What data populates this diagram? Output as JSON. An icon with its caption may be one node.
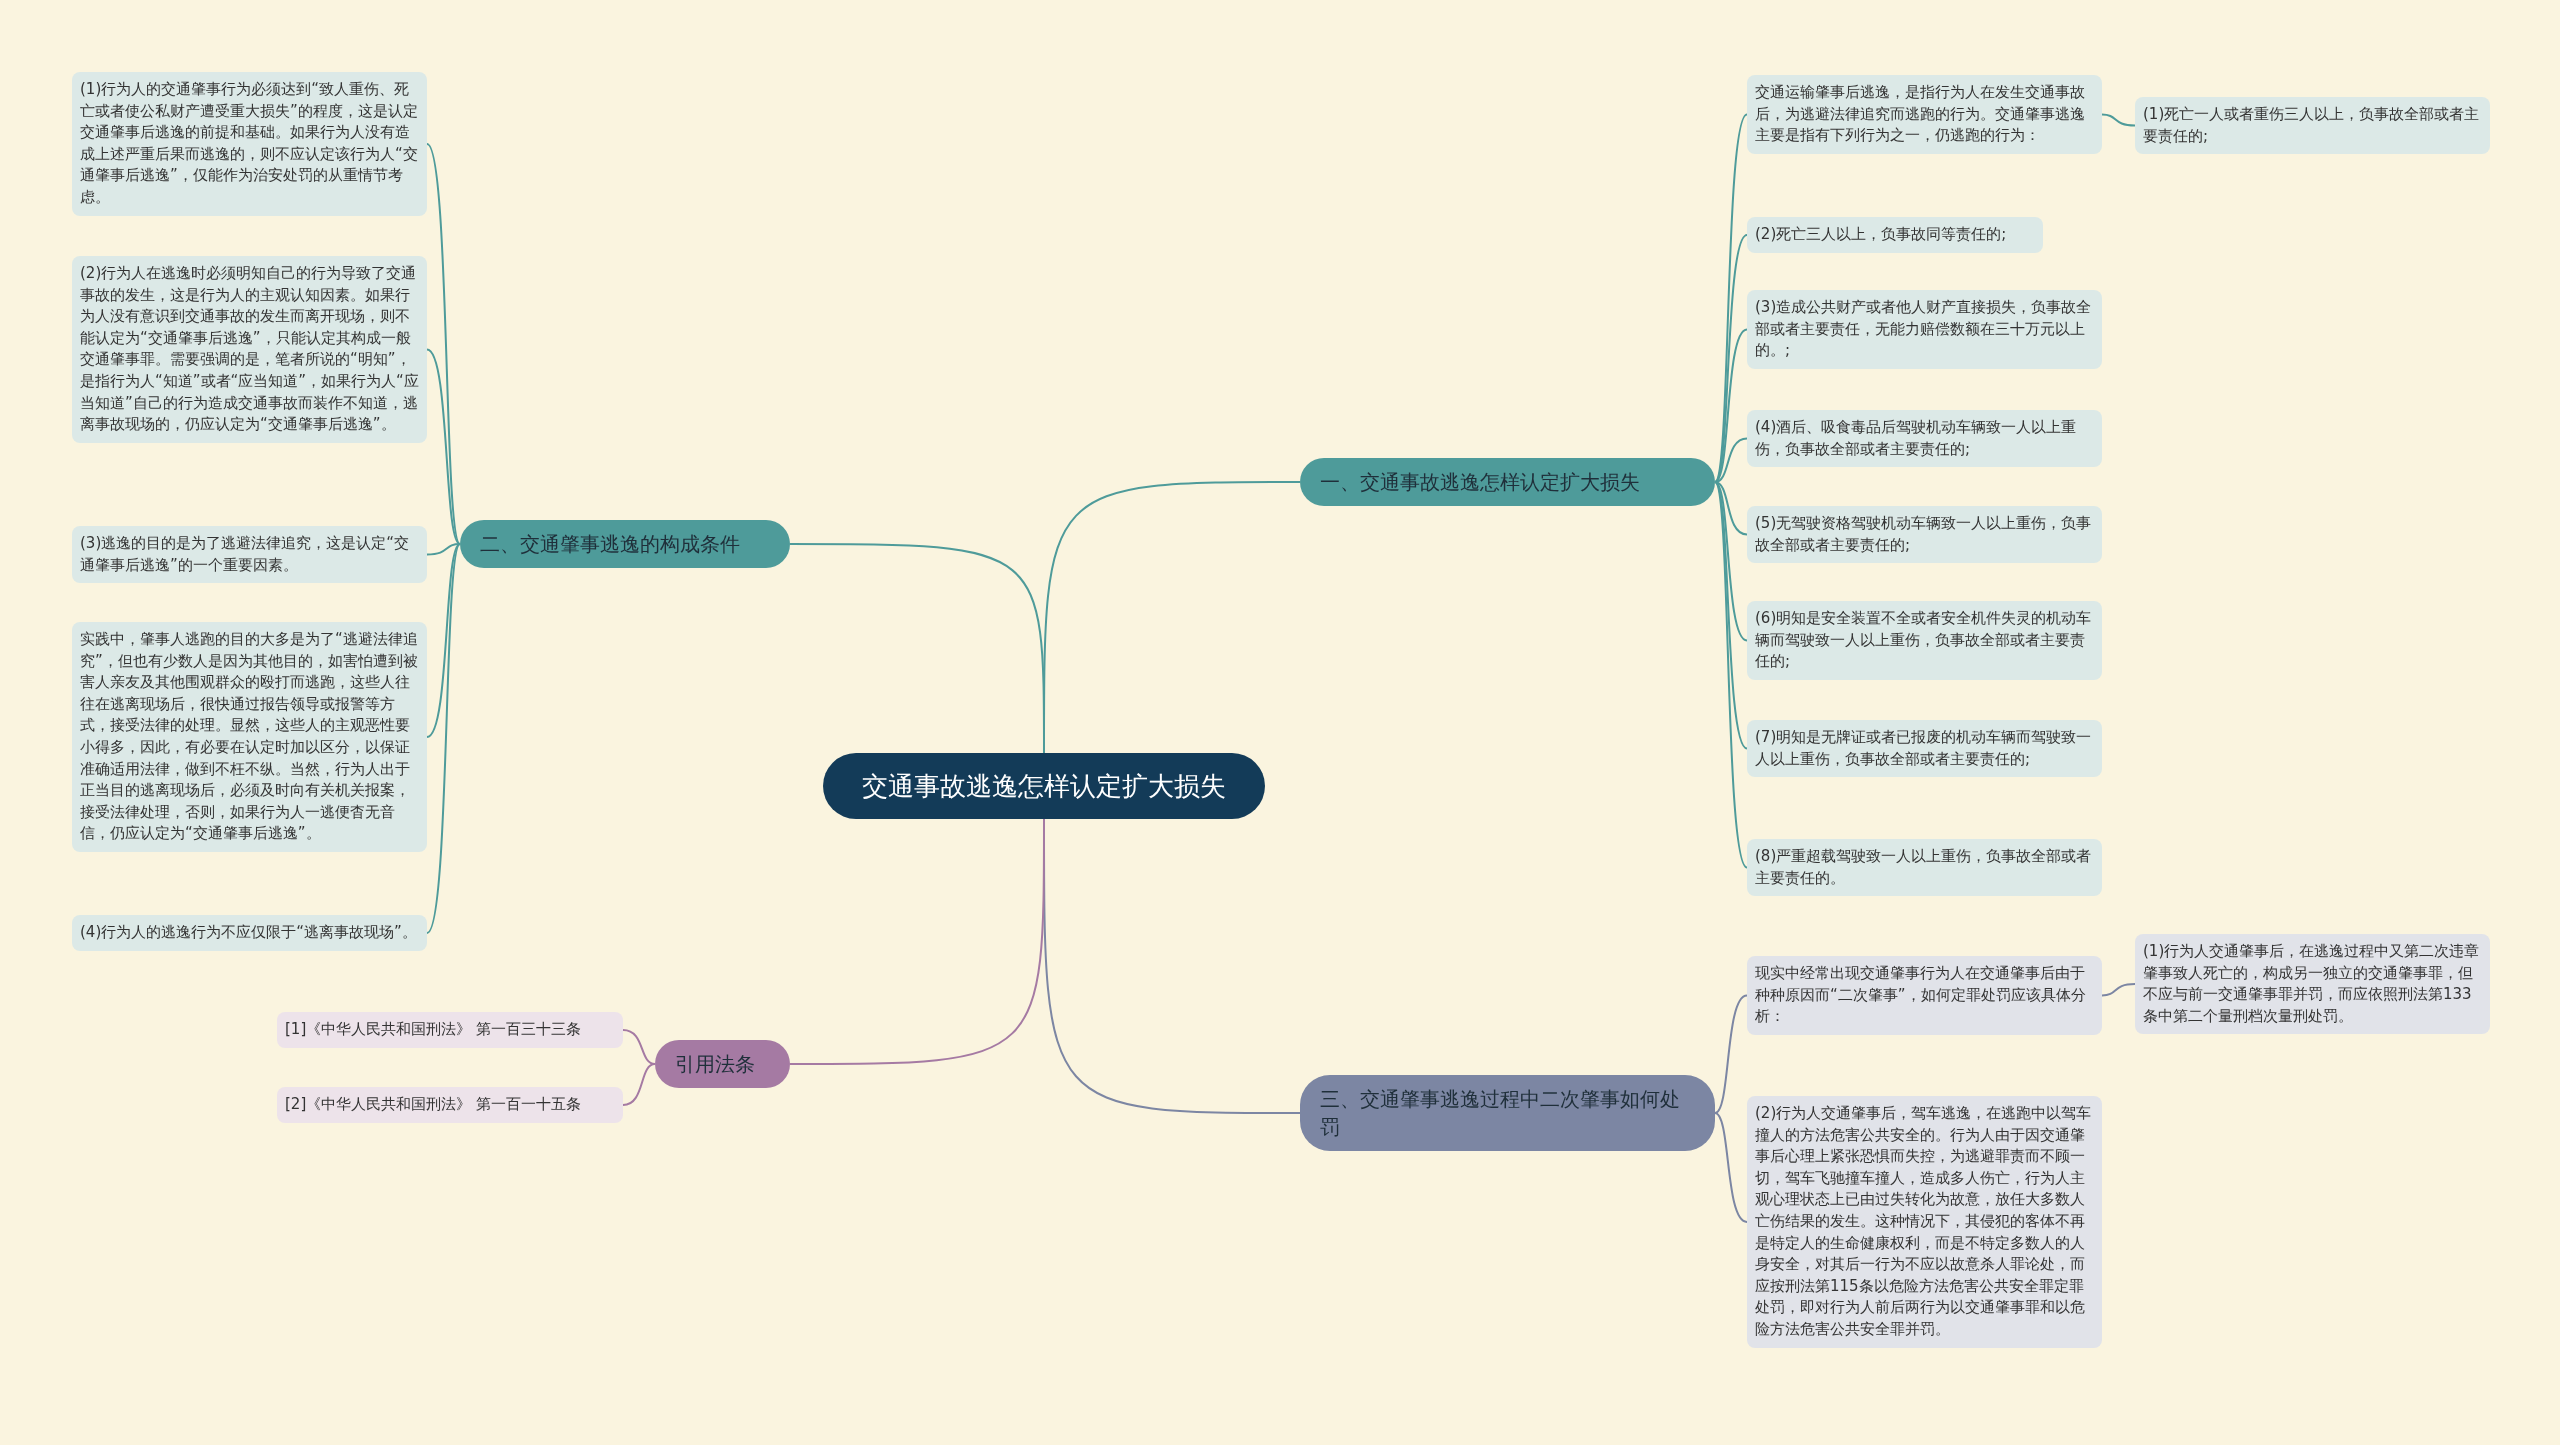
{
  "diagram": {
    "nodes": [
      {
        "text": [
          "交通事故逃逸怎样认定扩大损失"
        ]
      },
      {
        "text": [
          "一、交通事故逃逸怎样认定扩大损失"
        ]
      },
      {
        "text": [
          "交通运输肇事后逃逸，是指行为人在发生交通事故后，为逃避法律追究而逃跑的行为。交通肇事逃逸主要是指有下列行为之一，仍逃跑的行为："
        ]
      },
      {
        "text": [
          "(1)死亡一人或者重伤三人以上，负事故全部或者主要责任的;"
        ]
      },
      {
        "text": [
          "(2)死亡三人以上，负事故同等责任的;"
        ]
      },
      {
        "text": [
          "(3)造成公共财产或者他人财产直接损失，负事故全部或者主要责任，无能力赔偿数额在三十万元以上的。;"
        ]
      },
      {
        "text": [
          "(4)酒后、吸食毒品后驾驶机动车辆致一人以上重伤，负事故全部或者主要责任的;"
        ]
      },
      {
        "text": [
          "(5)无驾驶资格驾驶机动车辆致一人以上重伤，负事故全部或者主要责任的;"
        ]
      },
      {
        "text": [
          "(6)明知是安全装置不全或者安全机件失灵的机动车辆而驾驶致一人以上重伤，负事故全部或者主要责任的;"
        ]
      },
      {
        "text": [
          "(7)明知是无牌证或者已报废的机动车辆而驾驶致一人以上重伤，负事故全部或者主要责任的;"
        ]
      },
      {
        "text": [
          "(8)严重超载驾驶致一人以上重伤，负事故全部或者主要责任的。"
        ]
      },
      {
        "text": [
          "三、交通肇事逃逸过程中二次肇事如何处罚"
        ]
      },
      {
        "text": [
          "现实中经常出现交通肇事行为人在交通肇事后由于种种原因而“二次肇事”，如何定罪处罚应该具体分析："
        ]
      },
      {
        "text": [
          "(1)行为人交通肇事后，在逃逸过程中又第二次违章肇事致人死亡的，构成另一独立的交通肇事罪，但不应与前一交通肇事罪并罚，而应依照刑法第133条中第二个量刑档次量刑处罚。"
        ]
      },
      {
        "text": [
          "(2)行为人交通肇事后，驾车逃逸，在逃跑中以驾车撞人的方法危害公共安全的。行为人由于因交通肇事后心理上紧张恐惧而失控，为逃避罪责而不顾一切，驾车飞驰撞车撞人，造成多人伤亡，行为人主观心理状态上已由过失转化为故意，放任大多数人亡伤结果的发生。这种情况下，其侵犯的客体不再是特定人的生命健康权利，而是不特定多数人的人身安全，对其后一行为不应以故意杀人罪论处，而应按刑法第115条以危险方法危害公共安全罪定罪处罚，即对行为人前后两行为以交通肇事罪和以危险方法危害公共安全罪并罚。"
        ]
      },
      {
        "text": [
          "二、交通肇事逃逸的构成条件"
        ]
      },
      {
        "text": [
          "(1)行为人的交通肇事行为必须达到“致人重伤、死亡或者使公私财产遭受重大损失”的程度，这是认定交通肇事后逃逸的前提和基础。如果行为人没有造成上述严重后果而逃逸的，则不应认定该行为人“交通肇事后逃逸”，仅能作为治安处罚的从重情节考虑。"
        ]
      },
      {
        "text": [
          "(2)行为人在逃逸时必须明知自己的行为导致了交通事故的发生，这是行为人的主观认知因素。如果行为人没有意识到交通事故的发生而离开现场，则不能认定为“交通肇事后逃逸”，只能认定其构成一般交通肇事罪。需要强调的是，笔者所说的“明知”，是指行为人“知道”或者“应当知道”，如果行为人“应当知道”自己的行为造成交通事故而装作不知道，逃离事故现场的，仍应认定为“交通肇事后逃逸”。"
        ]
      },
      {
        "text": [
          "(3)逃逸的目的是为了逃避法律追究，这是认定“交通肇事后逃逸”的一个重要因素。"
        ]
      },
      {
        "text": [
          "实践中，肇事人逃跑的目的大多是为了“逃避法律追究”，但也有少数人是因为其他目的，如害怕遭到被害人亲友及其他围观群众的殴打而逃跑，这些人往往在逃离现场后，很快通过报告领导或报警等方式，接受法律的处理。显然，这些人的主观恶性要小得多，因此，有必要在认定时加以区分，以保证准确适用法律，做到不枉不纵。当然，行为人出于正当目的逃离现场后，必须及时向有关机关报案，接受法律处理，否则，如果行为人一逃便杳无音信，仍应认定为“交通肇事后逃逸”。"
        ]
      },
      {
        "text": [
          "(4)行为人的逃逸行为不应仅限于“逃离事故现场”。"
        ]
      },
      {
        "text": [
          "引用法条"
        ]
      },
      {
        "text": [
          "[1]《中华人民共和国刑法》 第一百三十三条"
        ]
      },
      {
        "text": [
          "[2]《中华人民共和国刑法》 第一百一十五条"
        ]
      }
    ],
    "edges": [
      {
        "from": 0,
        "to": 1,
        "arrow": "none"
      },
      {
        "from": 1,
        "to": 2,
        "arrow": "none"
      },
      {
        "from": 2,
        "to": 3,
        "arrow": "none"
      },
      {
        "from": 1,
        "to": 4,
        "arrow": "none"
      },
      {
        "from": 1,
        "to": 5,
        "arrow": "none"
      },
      {
        "from": 1,
        "to": 6,
        "arrow": "none"
      },
      {
        "from": 1,
        "to": 7,
        "arrow": "none"
      },
      {
        "from": 1,
        "to": 8,
        "arrow": "none"
      },
      {
        "from": 1,
        "to": 9,
        "arrow": "none"
      },
      {
        "from": 1,
        "to": 10,
        "arrow": "none"
      },
      {
        "from": 0,
        "to": 11,
        "arrow": "none",
        "color": "#7c86a3"
      },
      {
        "from": 11,
        "to": 12,
        "arrow": "none",
        "color": "#7c86a3"
      },
      {
        "from": 12,
        "to": 13,
        "arrow": "none",
        "color": "#7c86a3"
      },
      {
        "from": 11,
        "to": 14,
        "arrow": "none",
        "color": "#7c86a3"
      },
      {
        "from": 0,
        "to": 15,
        "arrow": "none"
      },
      {
        "from": 15,
        "to": 16,
        "arrow": "none"
      },
      {
        "from": 15,
        "to": 17,
        "arrow": "none"
      },
      {
        "from": 15,
        "to": 18,
        "arrow": "none"
      },
      {
        "from": 15,
        "to": 19,
        "arrow": "none"
      },
      {
        "from": 15,
        "to": 20,
        "arrow": "none"
      },
      {
        "from": 0,
        "to": 21,
        "arrow": "none",
        "color": "#a57aa3"
      },
      {
        "from": 21,
        "to": 22,
        "arrow": "none",
        "color": "#a57aa3"
      },
      {
        "from": 21,
        "to": 23,
        "arrow": "none",
        "color": "#a57aa3"
      }
    ]
  }
}
